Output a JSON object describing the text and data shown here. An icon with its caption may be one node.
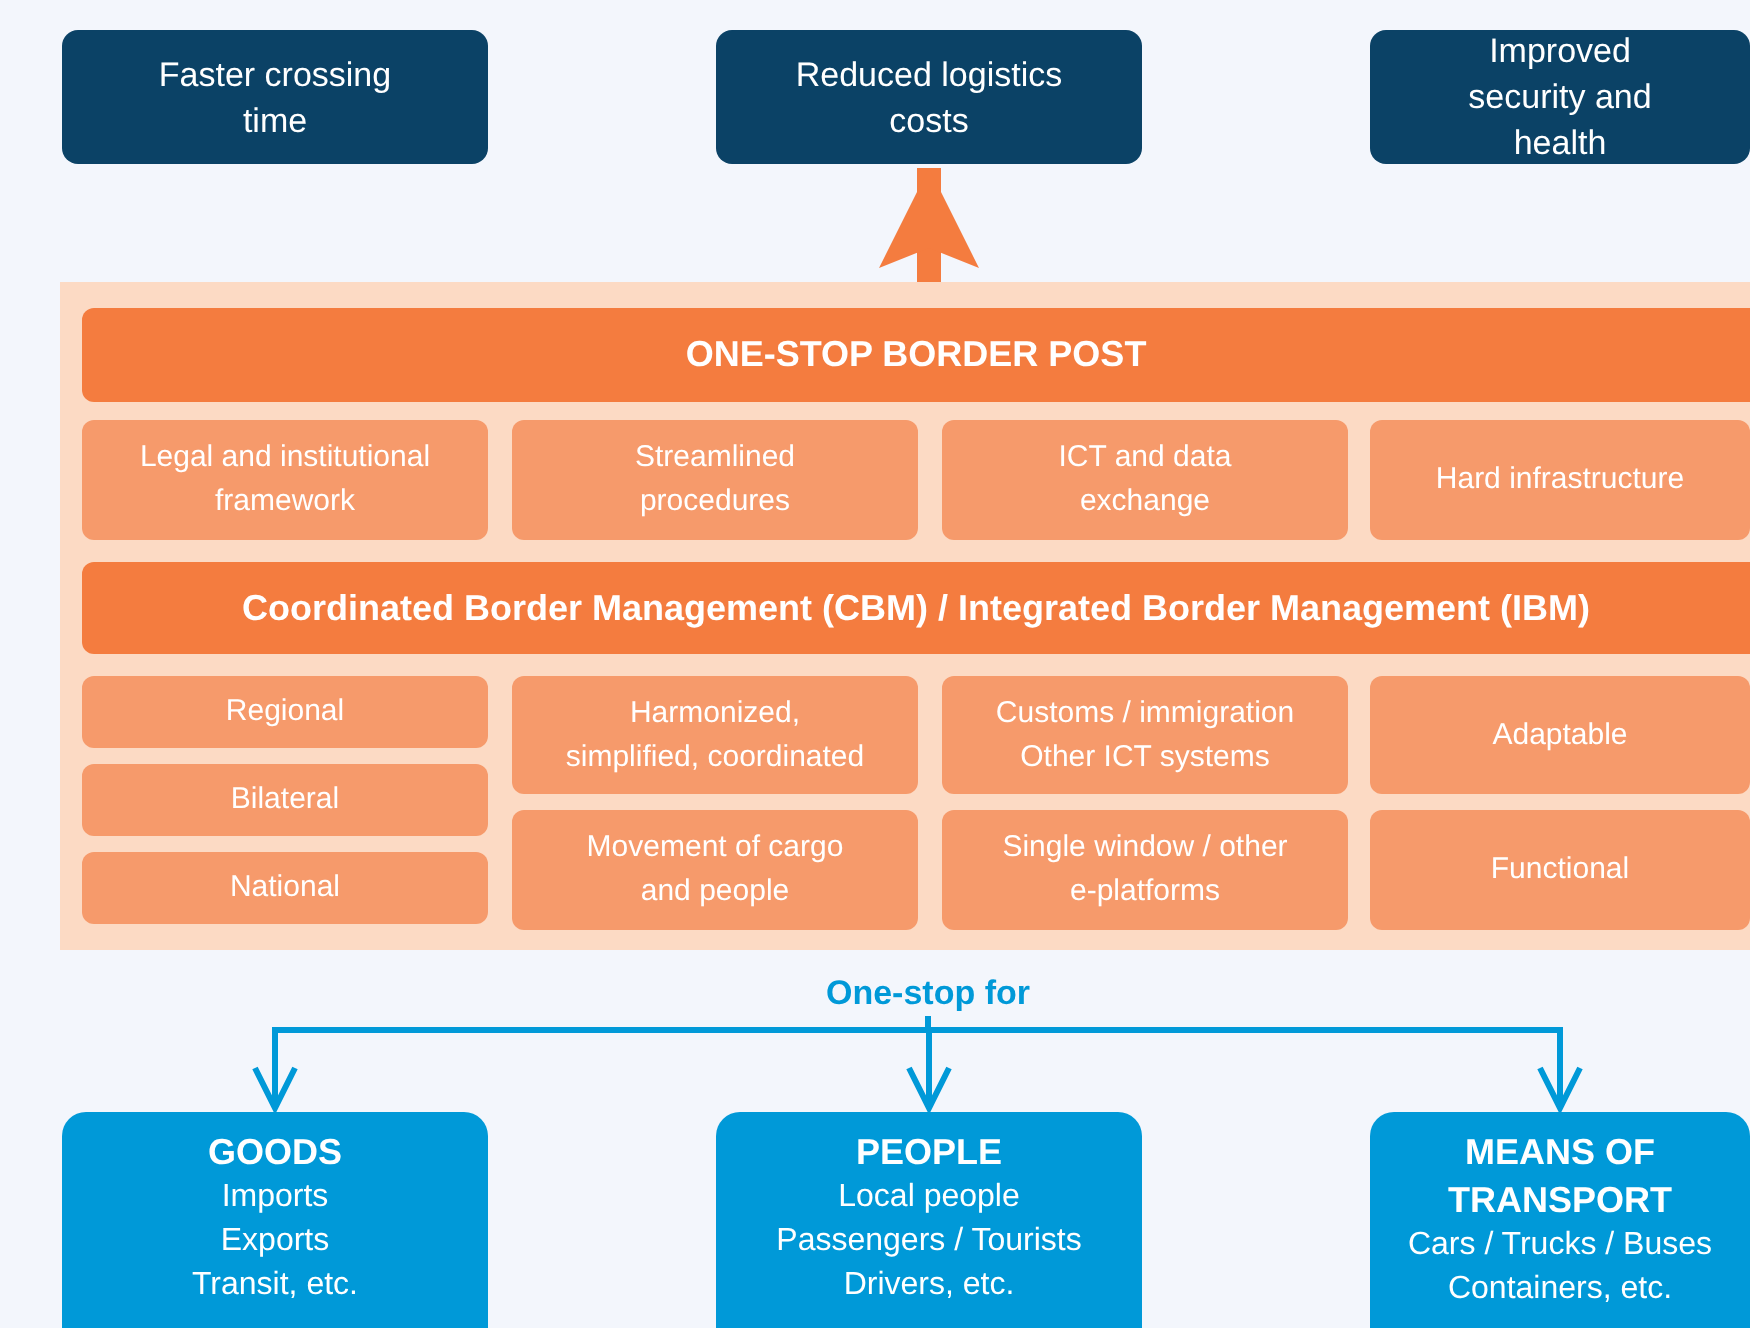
{
  "diagram": {
    "nodes": [
      {
        "text": [
          "Faster crossing time"
        ]
      },
      {
        "text": [
          "Reduced logistics costs"
        ]
      },
      {
        "text": [
          "Improved security and health"
        ]
      },
      {
        "text": [],
        "shape": "box"
      },
      {
        "text": [
          "ONE-STOP BORDER POST"
        ],
        "in": 3
      },
      {
        "text": [
          "Legal and institutional framework"
        ],
        "in": 3
      },
      {
        "text": [
          "Streamlined procedures"
        ],
        "in": 3
      },
      {
        "text": [
          "ICT and data exchange"
        ],
        "in": 3
      },
      {
        "text": [
          "Hard infrastructure"
        ],
        "in": 3
      },
      {
        "text": [
          "Coordinated Border Management (CBM) / Integrated Border Management (IBM)"
        ],
        "in": 3
      },
      {
        "text": [
          "Regional"
        ],
        "in": 3
      },
      {
        "text": [
          "Bilateral"
        ],
        "in": 3
      },
      {
        "text": [
          "National"
        ],
        "in": 3
      },
      {
        "text": [
          "Harmonized, simplified, coordinated"
        ],
        "in": 3
      },
      {
        "text": [
          "Movement of cargo and people"
        ],
        "in": 3
      },
      {
        "text": [
          "Customs / immigration Other ICT systems"
        ],
        "in": 3
      },
      {
        "text": [
          "Single window / other e-platforms"
        ],
        "in": 3
      },
      {
        "text": [
          "Adaptable"
        ],
        "in": 3
      },
      {
        "text": [
          "Functional"
        ],
        "in": 3
      },
      {
        "text": [
          "One-stop for"
        ]
      },
      {
        "text": [
          "GOODS",
          "Imports",
          "Exports",
          "Transit, etc."
        ]
      },
      {
        "text": [
          "PEOPLE",
          "Local people",
          "Passengers / Tourists",
          "Drivers, etc."
        ]
      },
      {
        "text": [
          "MEANS OF TRANSPORT",
          "Cars / Trucks / Buses",
          "Containers, etc."
        ]
      }
    ],
    "edges": [
      {
        "from": 3,
        "to": 1,
        "arrow": "to",
        "style": "thick",
        "color": "#f47c3f"
      },
      {
        "from": 19,
        "to": 20,
        "arrow": "to"
      },
      {
        "from": 19,
        "to": 21,
        "arrow": "to"
      },
      {
        "from": 19,
        "to": 22,
        "arrow": "to"
      }
    ]
  }
}
